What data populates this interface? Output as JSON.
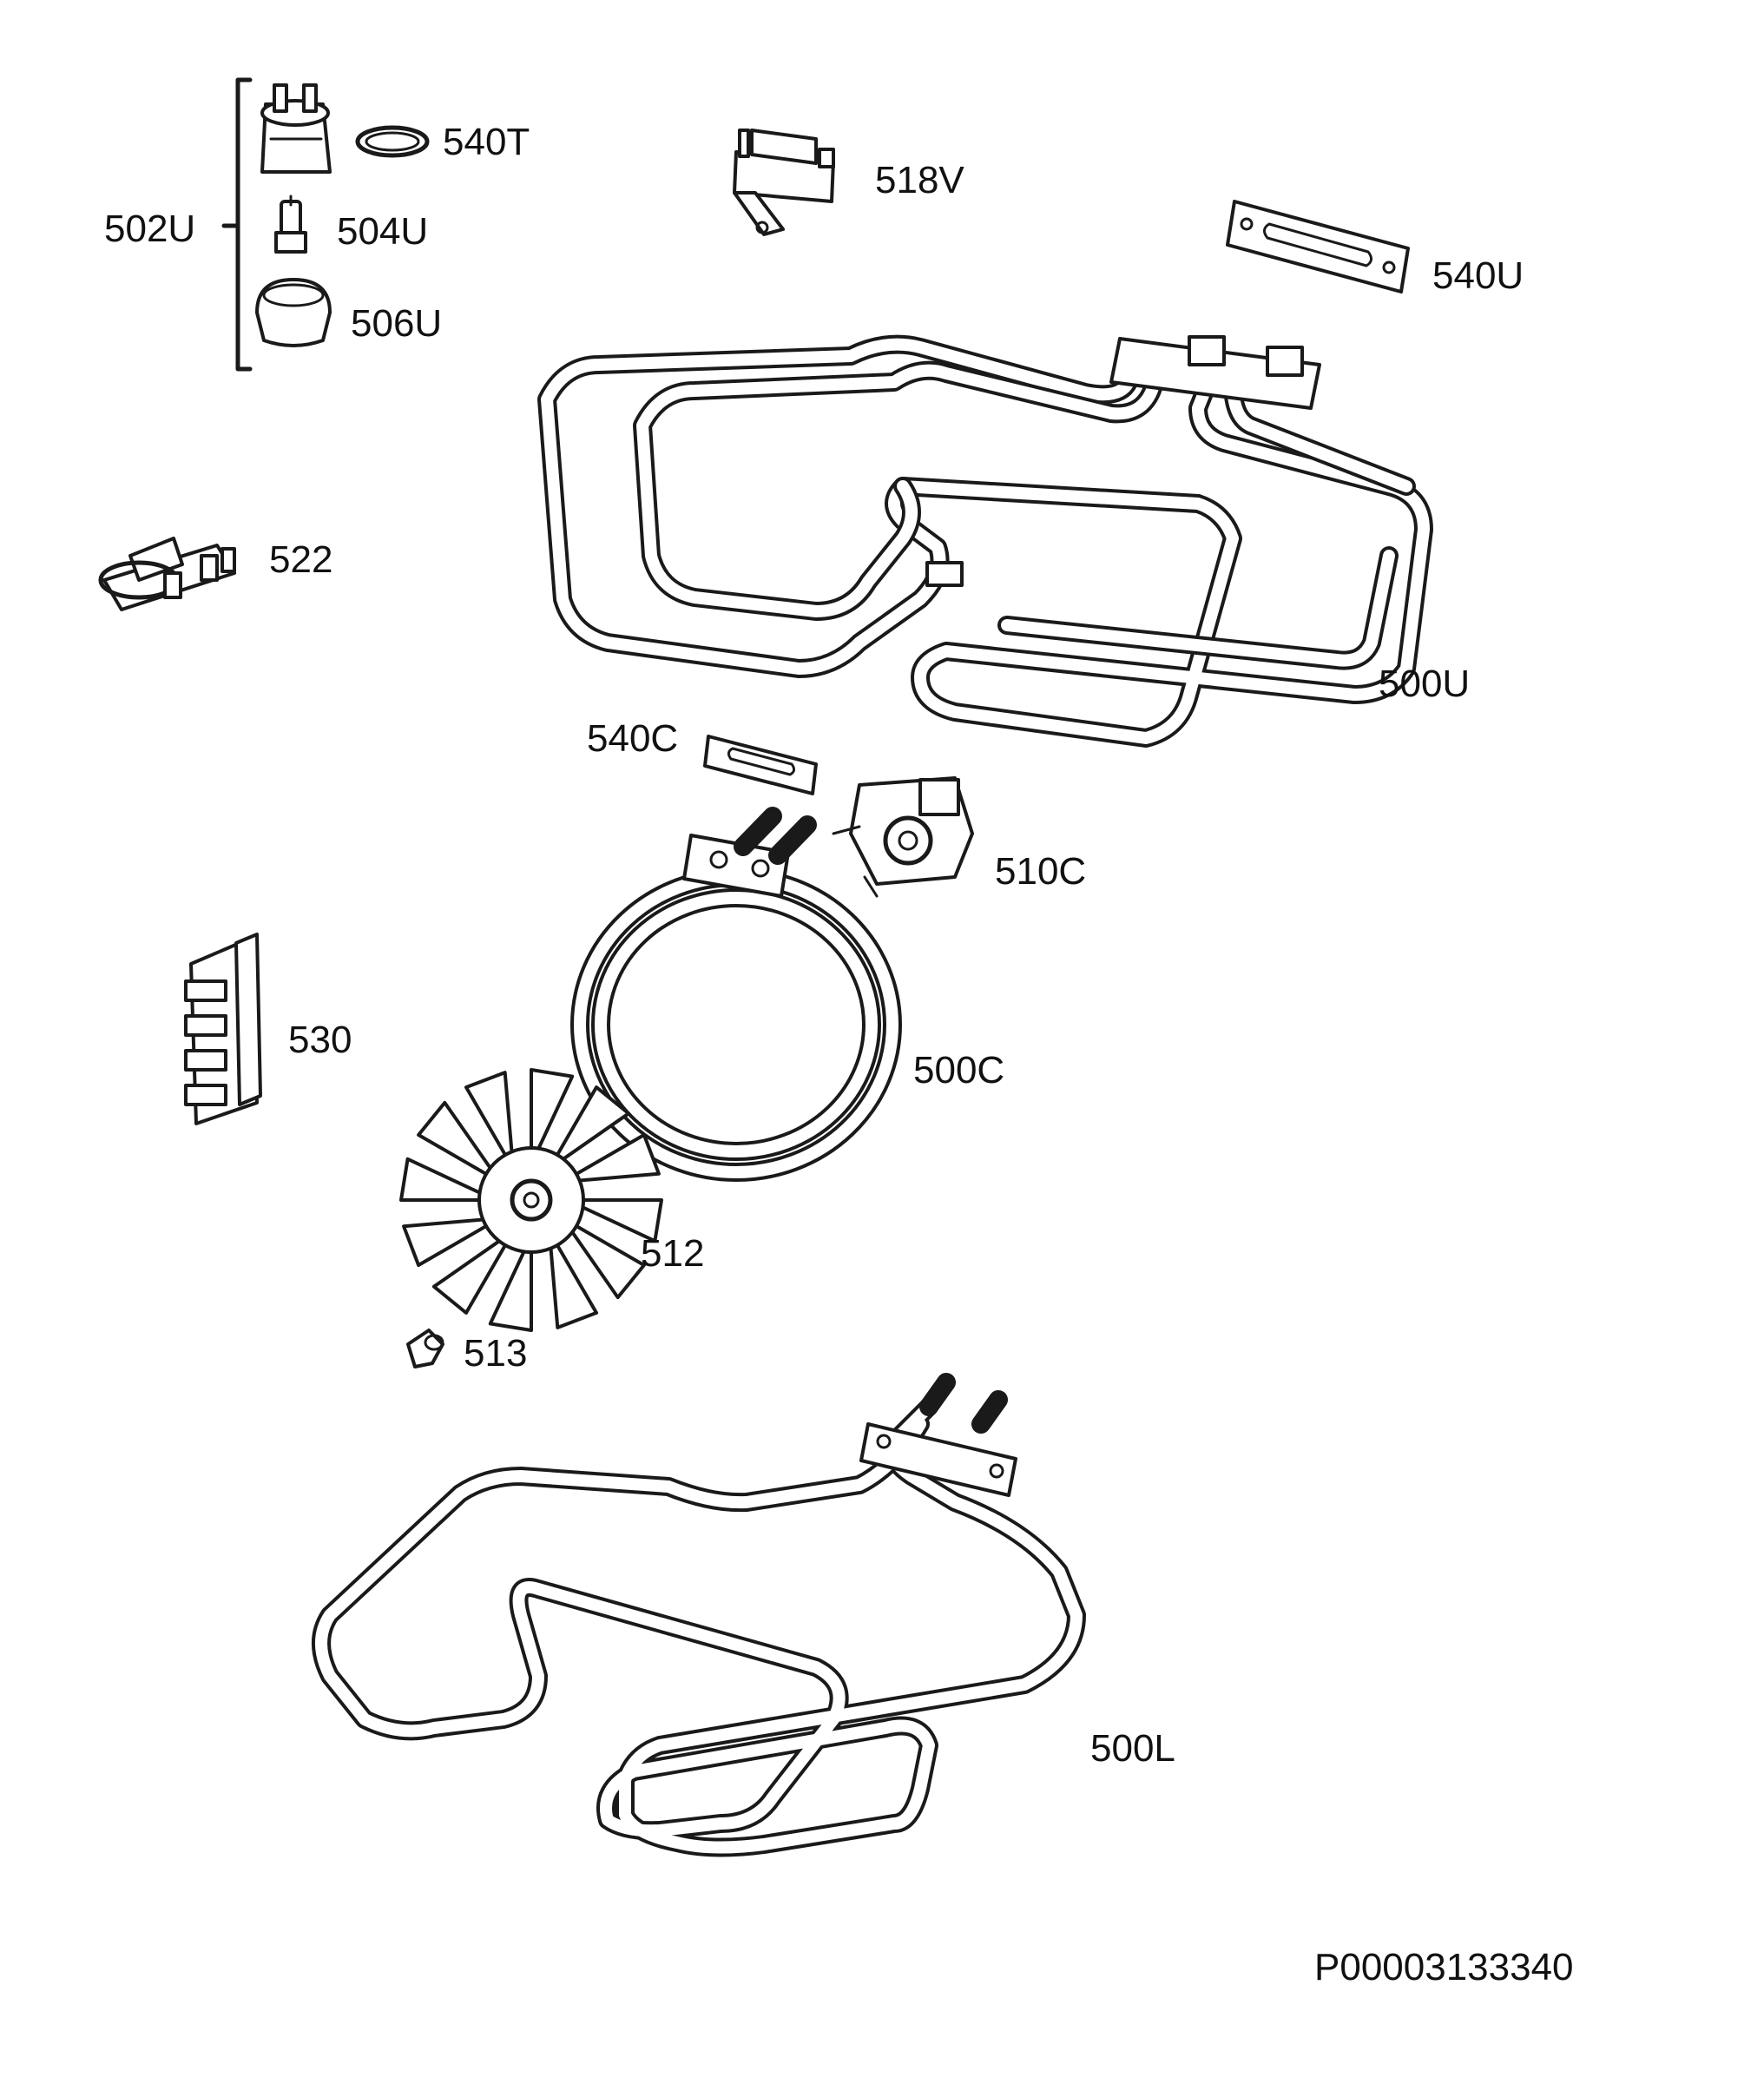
{
  "parts": [
    {
      "id": "502u",
      "label": "502U"
    },
    {
      "id": "540t",
      "label": "540T"
    },
    {
      "id": "504u",
      "label": "504U"
    },
    {
      "id": "506u",
      "label": "506U"
    },
    {
      "id": "518v",
      "label": "518V"
    },
    {
      "id": "540u",
      "label": "540U"
    },
    {
      "id": "522",
      "label": "522"
    },
    {
      "id": "500u",
      "label": "500U"
    },
    {
      "id": "540c",
      "label": "540C"
    },
    {
      "id": "510c",
      "label": "510C"
    },
    {
      "id": "530",
      "label": "530"
    },
    {
      "id": "500c",
      "label": "500C"
    },
    {
      "id": "512",
      "label": "512"
    },
    {
      "id": "513",
      "label": "513"
    },
    {
      "id": "500l",
      "label": "500L"
    }
  ],
  "diagram_reference": "P00003133340"
}
